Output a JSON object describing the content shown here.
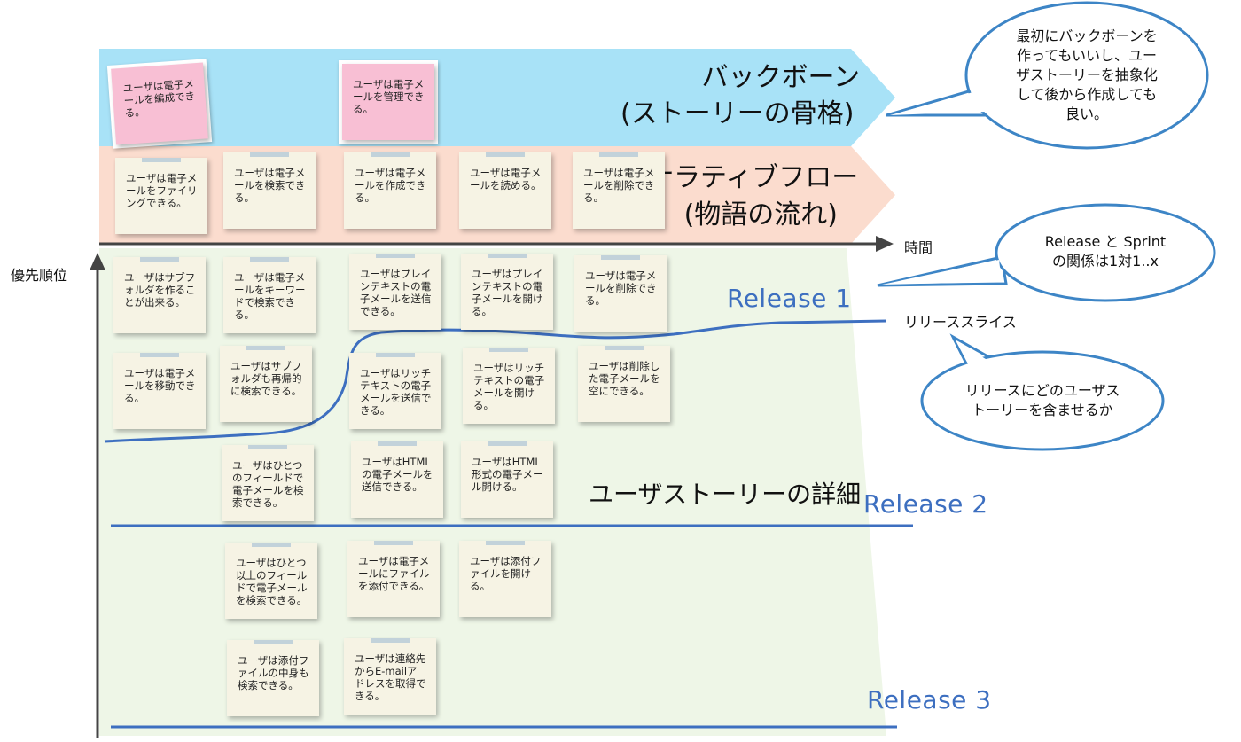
{
  "bands": {
    "backbone_line1": "バックボーン",
    "backbone_line2": "(ストーリーの骨格)",
    "narrative_line1": "ナラティブフロー",
    "narrative_line2": "(物語の流れ)"
  },
  "axes": {
    "time": "時間",
    "priority": "優先順位"
  },
  "releases": {
    "r1": "Release  1",
    "r2": "Release  2",
    "r3": "Release  3"
  },
  "detail_title": "ユーザストーリーの詳細",
  "slice_label": "リリーススライス",
  "callouts": {
    "backbone": [
      "最初にバックボーンを",
      "作ってもいいし、ユー",
      "ザストーリーを抽象化",
      "して後から作成しても",
      "良い。"
    ],
    "release_sprint": [
      "Release と Sprint",
      "の関係は1対1..x"
    ],
    "release_stories": [
      "リリースにどのユーザス",
      "トーリーを含ませるか"
    ]
  },
  "notes": {
    "backbone": [
      "ユーザは電子メールを編成できる。",
      "ユーザは電子メールを管理できる。"
    ],
    "narrative": [
      "ユーザは電子メールをファイリングできる。",
      "ユーザは電子メールを検索できる。",
      "ユーザは電子メールを作成できる。",
      "ユーザは電子メールを読める。",
      "ユーザは電子メールを削除できる。"
    ],
    "detail": [
      "ユーザはサブフォルダを作ることが出来る。",
      "ユーザは電子メールをキーワードで検索できる。",
      "ユーザはプレインテキストの電子メールを送信できる。",
      "ユーザはプレインテキストの電子メールを開ける。",
      "ユーザは電子メールを削除できる。",
      "ユーザは電子メールを移動できる。",
      "ユーザはサブフォルダも再帰的に検索できる。",
      "ユーザはリッチテキストの電子メールを送信できる。",
      "ユーザはリッチテキストの電子メールを開ける。",
      "ユーザは削除した電子メールを空にできる。",
      "ユーザはひとつのフィールドで電子メールを検索できる。",
      "ユーザはHTMLの電子メールを送信できる。",
      "ユーザはHTML形式の電子メール開ける。",
      "ユーザはひとつ以上のフィールドで電子メールを検索できる。",
      "ユーザは電子メールにファイルを添付できる。",
      "ユーザは添付ファイルを開ける。",
      "ユーザは添付ファイルの中身も検索できる。",
      "ユーザは連絡先からE-mailアドレスを取得できる。"
    ]
  },
  "colors": {
    "backbone_band": "#a8e2f7",
    "narrative_band": "#fbdcce",
    "detail_band": "#eef6e7",
    "release_line": "#3d6fc0",
    "callout_border": "#3d85c6"
  }
}
